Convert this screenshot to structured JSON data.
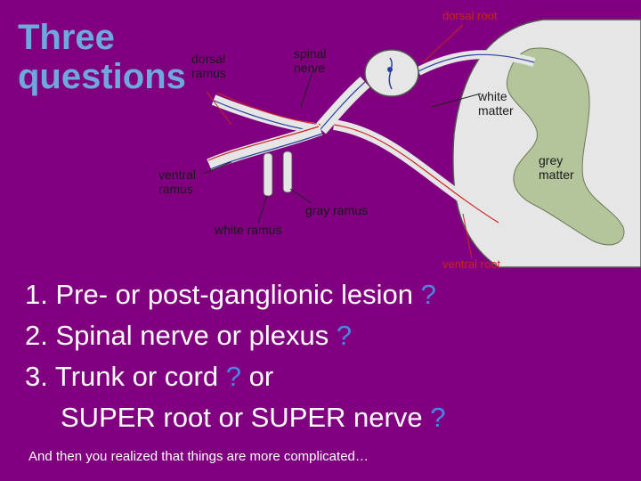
{
  "title": "Three questions",
  "diagram": {
    "labels": {
      "dorsal_root": "dorsal root",
      "dorsal_ramus": "dorsal ramus",
      "spinal_nerve": "spinal nerve",
      "white_matter": "white matter",
      "grey_matter": "grey matter",
      "ventral_ramus": "ventral ramus",
      "gray_ramus": "gray ramus",
      "white_ramus": "white ramus",
      "ventral_root": "ventral root"
    }
  },
  "questions": [
    {
      "text": "1. Pre- or post-ganglionic lesion ",
      "mark": "?"
    },
    {
      "text": "2. Spinal nerve or plexus ",
      "mark": "?"
    },
    {
      "text": "3. Trunk or cord ",
      "mark": "?",
      "tail": " or"
    },
    {
      "text": "SUPER root or SUPER nerve ",
      "mark": "?"
    }
  ],
  "note": "And then you realized that things are more complicated…",
  "colors": {
    "background": "#800080",
    "title": "#6fa8dc",
    "question_mark": "#4a86e8",
    "cord_white": "#e6e6e6",
    "cord_grey": "#b4c49b",
    "nerve_blue": "#2a3fa0",
    "nerve_red": "#cc2222"
  }
}
